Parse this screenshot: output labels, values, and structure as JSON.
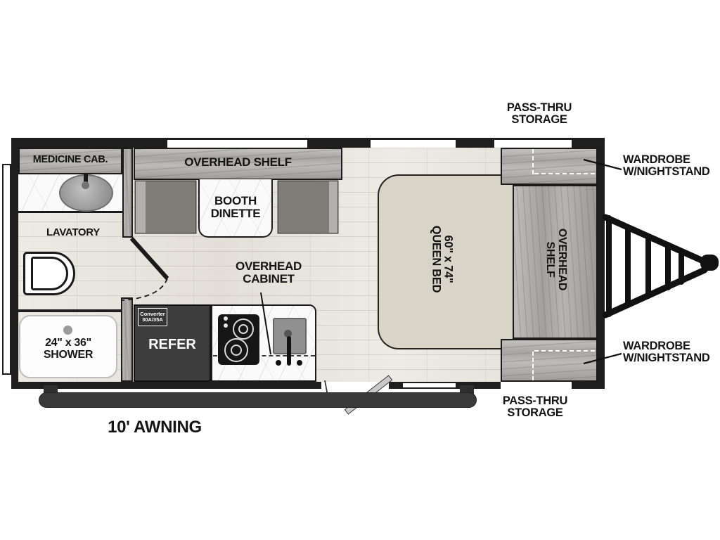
{
  "title": "Travel trailer floorplan",
  "labels": {
    "medicine_cab": "MEDICINE CAB.",
    "overhead_shelf_top": "OVERHEAD SHELF",
    "booth_dinette": "BOOTH\nDINETTE",
    "lavatory": "LAVATORY",
    "overhead_cabinet": "OVERHEAD\nCABINET",
    "queen_bed": "60\" x 74\"\nQUEEN BED",
    "overhead_shelf_right": "OVERHEAD\nSHELF",
    "shower": "24\" x 36\"\nSHOWER",
    "refer": "REFER",
    "converter": "Converter\n30A/35A",
    "pass_thru_top": "PASS-THRU\nSTORAGE",
    "pass_thru_bottom": "PASS-THRU\nSTORAGE",
    "wardrobe_top": "WARDROBE\nW/NIGHTSTAND",
    "wardrobe_bottom": "WARDROBE\nW/NIGHTSTAND",
    "awning": "10' AWNING"
  },
  "colors": {
    "wall": "#1e1e1e",
    "cabinet_wood": "#b2b1af",
    "floor": "#e9e5df",
    "bed": "#d9d4c8",
    "counter_marble": "#fafafa",
    "refer_box": "#3e3d3d",
    "label_text": "#141414"
  }
}
